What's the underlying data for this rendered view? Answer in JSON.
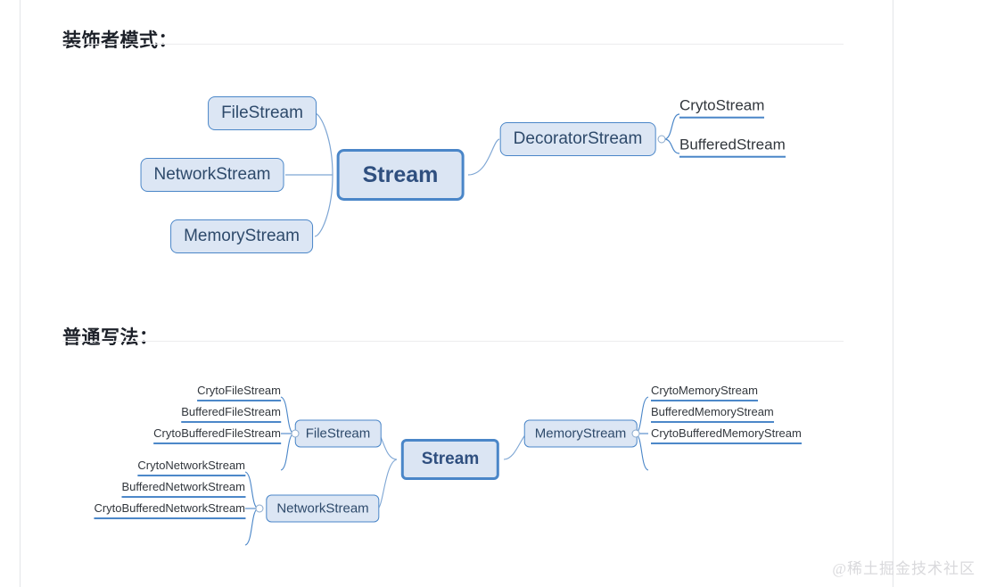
{
  "page": {
    "watermark": "@稀土掘金技术社区",
    "accent_color": "#4a86c8",
    "node_fill": "#dce6f4",
    "node_text_color": "#2e4a6b",
    "rule_color": "#ececee"
  },
  "sections": [
    {
      "heading": "装饰者模式：",
      "diagram": {
        "root": "Stream",
        "left_children": [
          "FileStream",
          "NetworkStream",
          "MemoryStream"
        ],
        "right_children": [
          {
            "label": "DecoratorStream",
            "leaves": [
              "CrytoStream",
              "BufferedStream"
            ]
          }
        ]
      }
    },
    {
      "heading": "普通写法：",
      "diagram": {
        "root": "Stream",
        "left_children": [
          {
            "label": "FileStream",
            "leaves": [
              "CrytoFileStream",
              "BufferedFileStream",
              "CrytoBufferedFileStream"
            ]
          },
          {
            "label": "NetworkStream",
            "leaves": [
              "CrytoNetworkStream",
              "BufferedNetworkStream",
              "CrytoBufferedNetworkStream"
            ]
          }
        ],
        "right_children": [
          {
            "label": "MemoryStream",
            "leaves": [
              "CrytoMemoryStream",
              "BufferedMemoryStream",
              "CrytoBufferedMemoryStream"
            ]
          }
        ]
      }
    }
  ]
}
